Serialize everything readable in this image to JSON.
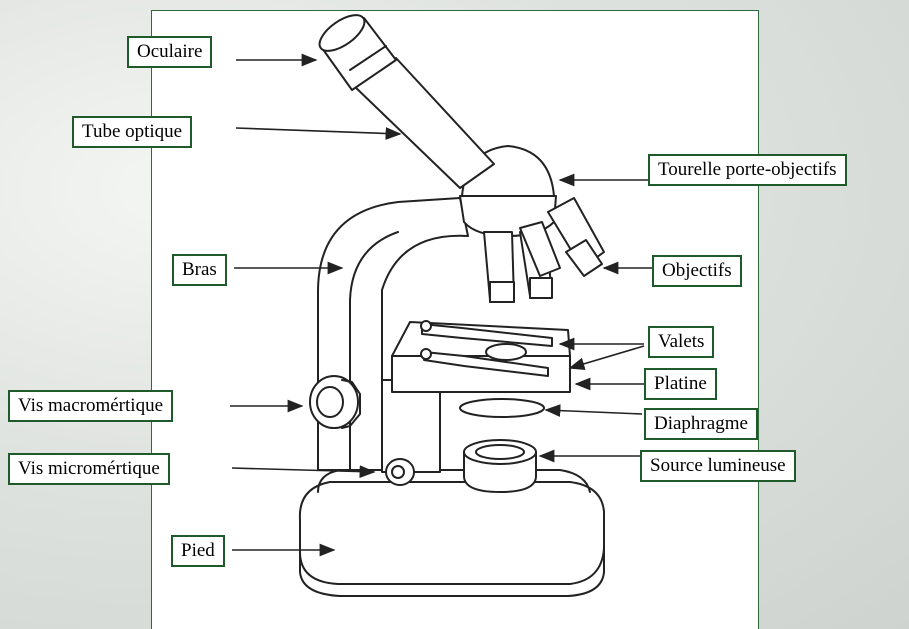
{
  "labels": {
    "oculaire": "Oculaire",
    "tube_optique": "Tube optique",
    "tourelle": "Tourelle porte-objectifs",
    "bras": "Bras",
    "objectifs": "Objectifs",
    "valets": "Valets",
    "platine": "Platine",
    "vis_macro": "Vis macromértique",
    "diaphragme": "Diaphragme",
    "vis_micro": "Vis micromértique",
    "source": "Source lumineuse",
    "pied": "Pied"
  },
  "colors": {
    "label_border": "#1f5a2a",
    "sheet_border": "#2f6b3a",
    "ink": "#222222"
  }
}
